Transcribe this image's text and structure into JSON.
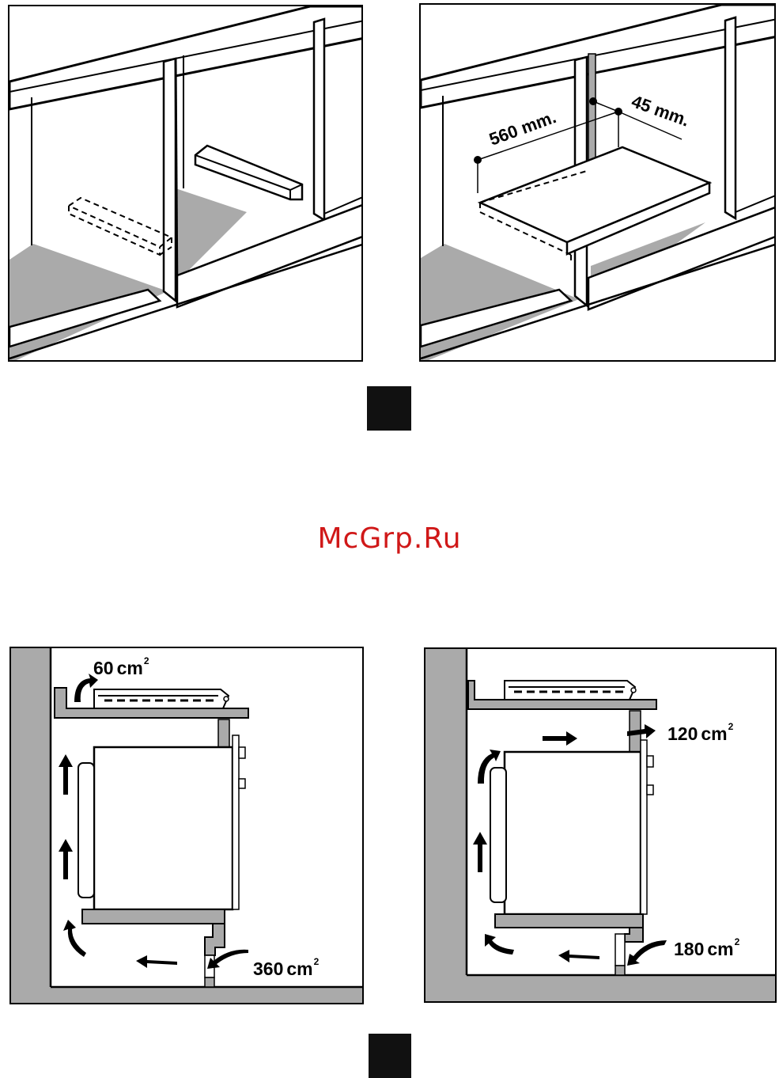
{
  "watermark": "McGrp.Ru",
  "figure_top": {
    "dimension_width": "560 mm.",
    "dimension_depth": "45 mm."
  },
  "figure_bottom": {
    "left_panel": {
      "top_vent_value": "60",
      "bottom_vent_value": "360",
      "unit": "cm",
      "exponent": "2"
    },
    "right_panel": {
      "top_vent_value": "120",
      "bottom_vent_value": "180",
      "unit": "cm",
      "exponent": "2"
    }
  },
  "colors": {
    "gray_fill": "#aaaaaa",
    "line": "#000000",
    "marker": "#111111",
    "watermark": "#d01818"
  }
}
